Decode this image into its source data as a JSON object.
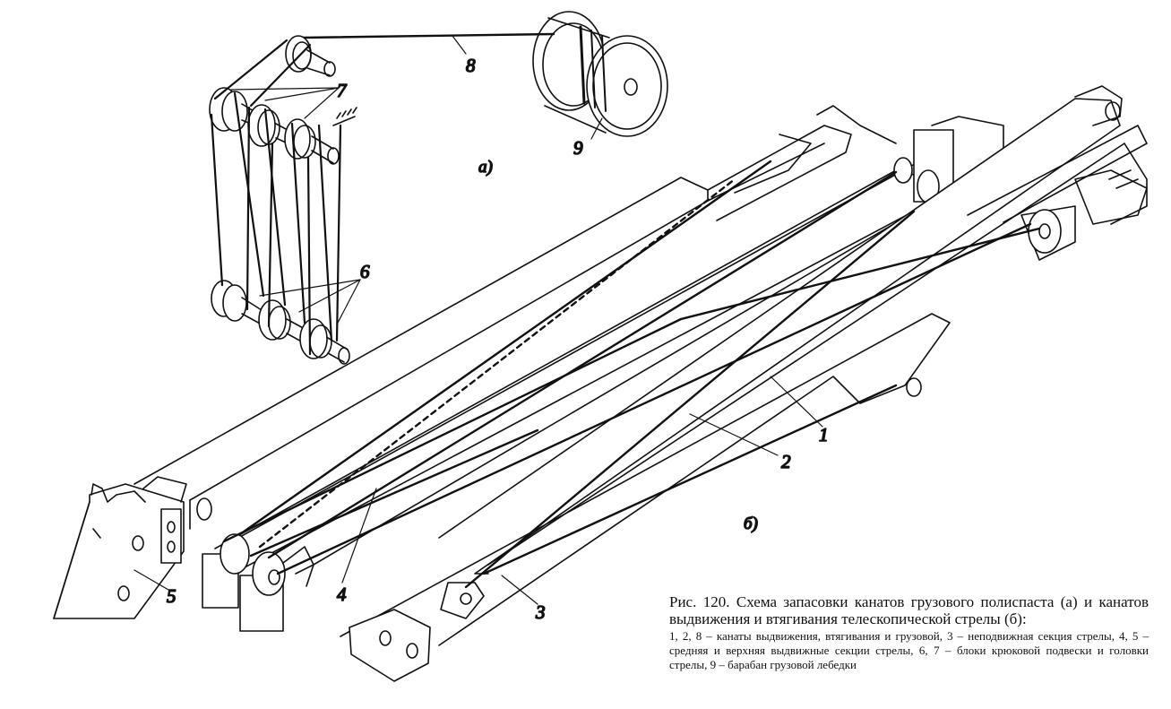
{
  "caption": {
    "title": "Рис. 120. Схема запасовки канатов грузового полиспаста (а) и канатов выдвижения и втягивания телескопической стрелы (б):",
    "legend": "1, 2, 8 – канаты выдвижения, втягивания и грузовой, 3 – неподвижная секция стрелы, 4, 5 – средняя и верхняя выдвижные секции стрелы, 6, 7 – блоки крюковой подвески и головки стрелы, 9 – барабан грузовой лебедки"
  },
  "panels": {
    "a": "а)",
    "b": "б)"
  },
  "callouts": {
    "n1": "1",
    "n2": "2",
    "n3": "3",
    "n4": "4",
    "n5": "5",
    "n6": "6",
    "n7": "7",
    "n8": "8",
    "n9": "9"
  }
}
